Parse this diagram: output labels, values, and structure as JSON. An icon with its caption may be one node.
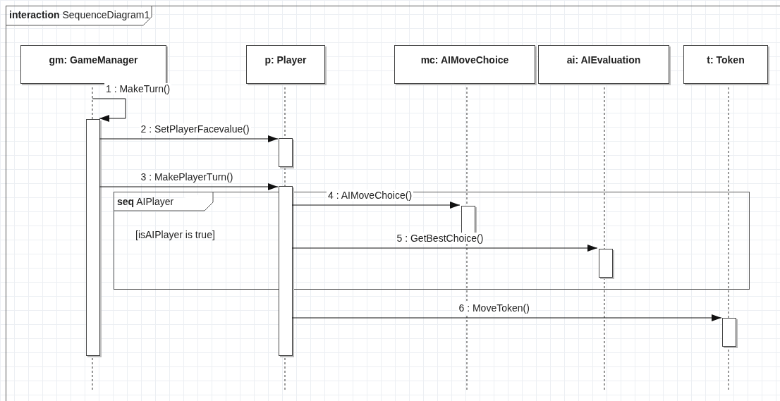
{
  "diagram": {
    "nodes": [
      {
        "text": [
          "**interaction** SequenceDiagram1"
        ]
      },
      {
        "text": [
          "gm: GameManager"
        ],
        "in": 0
      },
      {
        "text": [
          "p: Player"
        ],
        "in": 0
      },
      {
        "text": [
          "mc: AIMoveChoice"
        ],
        "in": 0
      },
      {
        "text": [
          "ai: AIEvaluation"
        ],
        "in": 0
      },
      {
        "text": [
          "t: Token"
        ],
        "in": 0
      },
      {
        "text": [],
        "shape": "bar",
        "in": 0
      },
      {
        "text": [],
        "shape": "bar",
        "in": 0
      },
      {
        "text": [],
        "shape": "bar",
        "in": 0
      },
      {
        "text": [
          "**seq** AIPlayer",
          "[isAIPlayer is true]"
        ],
        "in": 0
      },
      {
        "text": [],
        "shape": "bar",
        "in": 9
      },
      {
        "text": [],
        "shape": "bar",
        "in": 9
      },
      {
        "text": [],
        "shape": "bar",
        "in": 0
      }
    ],
    "edges": [
      {
        "from": 1,
        "to": 6,
        "arrow": "to",
        "label": "1 : MakeTurn()"
      },
      {
        "from": 6,
        "to": 7,
        "arrow": "to",
        "label": "2 : SetPlayerFacevalue()"
      },
      {
        "from": 6,
        "to": 8,
        "arrow": "to",
        "label": "3 : MakePlayerTurn()"
      },
      {
        "from": 8,
        "to": 10,
        "arrow": "to",
        "label": "4 : AIMoveChoice()"
      },
      {
        "from": 8,
        "to": 11,
        "arrow": "to",
        "label": "5 : GetBestChoice()"
      },
      {
        "from": 8,
        "to": 12,
        "arrow": "to",
        "label": "6 : MoveToken()"
      }
    ]
  }
}
